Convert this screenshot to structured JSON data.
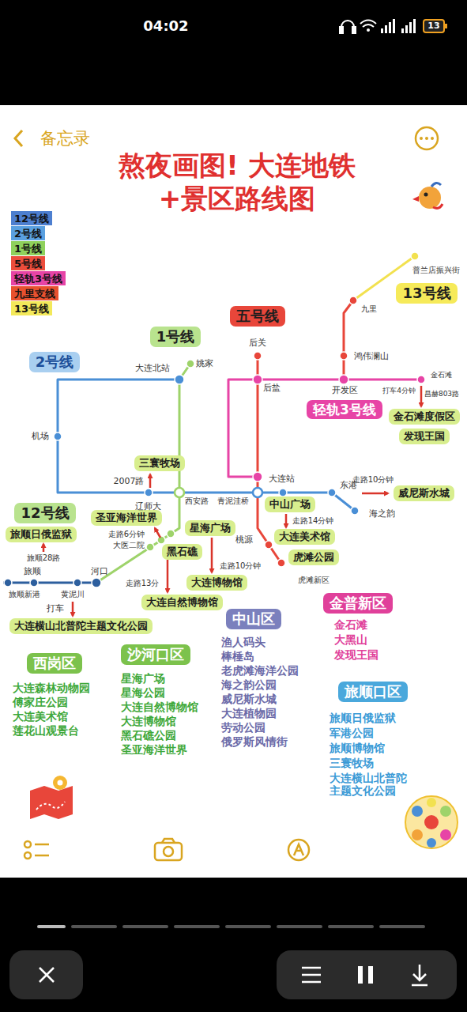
{
  "diagram": {
    "title": "熬夜画图! 大连地铁+景区路线图",
    "nodes": [
      {
        "text": [
          "13号线"
        ]
      },
      {
        "text": [
          "五号线"
        ]
      },
      {
        "text": [
          "1号线"
        ]
      },
      {
        "text": [
          "2号线"
        ]
      },
      {
        "text": [
          "轻轨3号线"
        ]
      },
      {
        "text": [
          "金石滩度假区"
        ]
      },
      {
        "text": [
          "发现王国"
        ]
      },
      {
        "text": [
          "三寰牧场"
        ]
      },
      {
        "text": [
          "威尼斯水城"
        ]
      },
      {
        "text": [
          "12号线"
        ]
      },
      {
        "text": [
          "圣亚海洋世界"
        ]
      },
      {
        "text": [
          "中山广场"
        ]
      },
      {
        "text": [
          "星海广场"
        ]
      },
      {
        "text": [
          "旅顺日俄监狱"
        ]
      },
      {
        "text": [
          "大连美术馆"
        ]
      },
      {
        "text": [
          "黑石礁"
        ]
      },
      {
        "text": [
          "虎滩公园"
        ]
      },
      {
        "text": [
          "大连博物馆"
        ]
      },
      {
        "text": [
          "大连自然博物馆"
        ]
      },
      {
        "text": [
          "大连横山北普陀主题文化公园"
        ]
      },
      {
        "text": [
          "中山区"
        ]
      },
      {
        "text": [
          "金普新区"
        ]
      },
      {
        "text": [
          "西岗区"
        ]
      },
      {
        "text": [
          "沙河口区"
        ]
      },
      {
        "text": [
          "旅顺口区"
        ]
      }
    ],
    "labels": [
      "04:02",
      "13",
      "备忘录",
      "普兰店振兴街",
      "九里",
      "后关",
      "鸿伟澜山",
      "姚家",
      "大连北站",
      "金石滩",
      "后盐",
      "开发区",
      "打车4分钟",
      "昌赫803路",
      "机场",
      "大连站",
      "2007路",
      "走路10分钟",
      "辽师大",
      "西安路",
      "青泥洼桥",
      "东港",
      "海之韵",
      "走路14分钟",
      "走路6分钟",
      "大医二院",
      "桃源",
      "旅顺28路",
      "走路10分钟",
      "河口",
      "旅顺",
      "虎滩新区",
      "走路13分",
      "旅顺新港",
      "黄泥川",
      "打车",
      "渔人码头",
      "棒棰岛",
      "老虎滩海洋公园",
      "海之韵公园",
      "威尼斯水城",
      "大连植物园",
      "劳动公园",
      "俄罗斯风情街",
      "金石滩",
      "大黑山",
      "发现王国",
      "大连森林动物园",
      "傅家庄公园",
      "大连美术馆",
      "莲花山观景台",
      "星海广场",
      "星海公园",
      "大连自然博物馆",
      "大连博物馆",
      "黑石礁公园",
      "圣亚海洋世界",
      "旅顺日俄监狱",
      "军港公园",
      "旅顺博物馆",
      "三寰牧场",
      "大连横山北普陀 主题文化公园"
    ],
    "legend": [
      {
        "text": "12号线",
        "color": "#4d7fd0"
      },
      {
        "text": "2号线",
        "color": "#5aa0e0"
      },
      {
        "text": "1号线",
        "color": "#8fd15c"
      },
      {
        "text": "5号线",
        "color": "#ec4d3c"
      },
      {
        "text": "轻轨3号线",
        "color": "#e744a6"
      },
      {
        "text": "九里支线",
        "color": "#e8512f"
      },
      {
        "text": "13号线",
        "color": "#f3e95a"
      }
    ]
  }
}
